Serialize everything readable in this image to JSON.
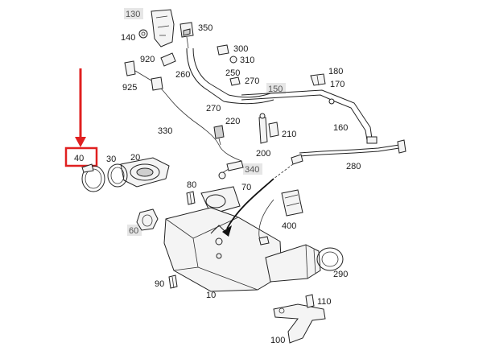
{
  "labels": {
    "p10": "10",
    "p20": "20",
    "p30": "30",
    "p40": "40",
    "p60": "60",
    "p70": "70",
    "p80": "80",
    "p90": "90",
    "p100": "100",
    "p110": "110",
    "p130": "130",
    "p140": "140",
    "p150": "150",
    "p160": "160",
    "p170": "170",
    "p180": "180",
    "p200": "200",
    "p210": "210",
    "p220": "220",
    "p250": "250",
    "p260": "260",
    "p270a": "270",
    "p270b": "270",
    "p280": "280",
    "p290": "290",
    "p300": "300",
    "p310": "310",
    "p330": "330",
    "p340": "340",
    "p350": "350",
    "p400": "400",
    "p920": "920",
    "p925": "925"
  },
  "colors": {
    "highlight": "#e02020",
    "grey_tag": "#e6e6e6",
    "line": "#222222"
  }
}
